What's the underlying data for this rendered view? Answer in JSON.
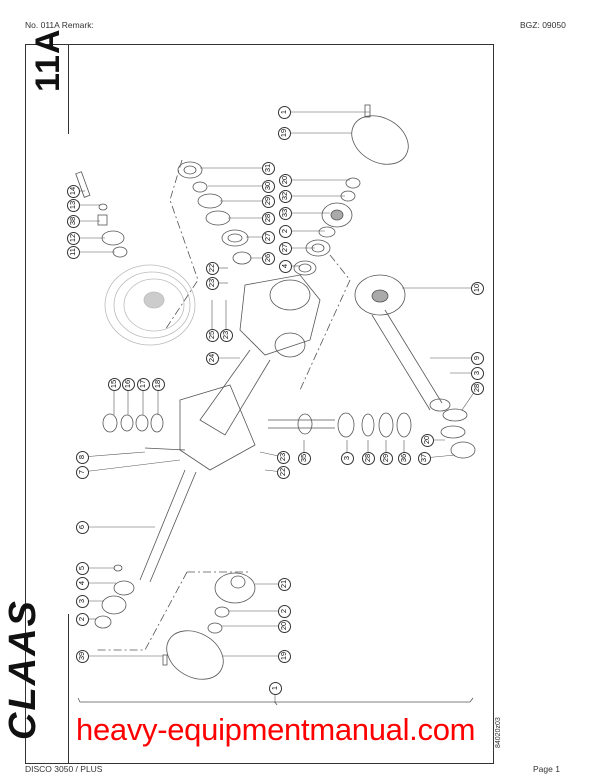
{
  "header": {
    "left": "No. 011A   Remark:",
    "right": "BGZ: 09050"
  },
  "footer": {
    "left": "DISCO 3050 / PLUS",
    "right": "Page 1"
  },
  "plate_number": "11A",
  "brand_logo": "CLAAS",
  "drawing_code": "84020z03",
  "watermark": "heavy-equipmentmanual.com",
  "callouts": [
    "1",
    "19",
    "31",
    "30",
    "29",
    "28",
    "27",
    "26",
    "20",
    "32",
    "33",
    "2",
    "27",
    "4",
    "22",
    "23",
    "25",
    "23",
    "24",
    "10",
    "9",
    "14",
    "13",
    "38",
    "12",
    "11",
    "15",
    "16",
    "17",
    "18",
    "8",
    "7",
    "23",
    "22",
    "35",
    "3",
    "28",
    "29",
    "36",
    "37",
    "3",
    "28",
    "20",
    "6",
    "5",
    "4",
    "3",
    "2",
    "21",
    "2",
    "20",
    "39",
    "19",
    "1"
  ]
}
